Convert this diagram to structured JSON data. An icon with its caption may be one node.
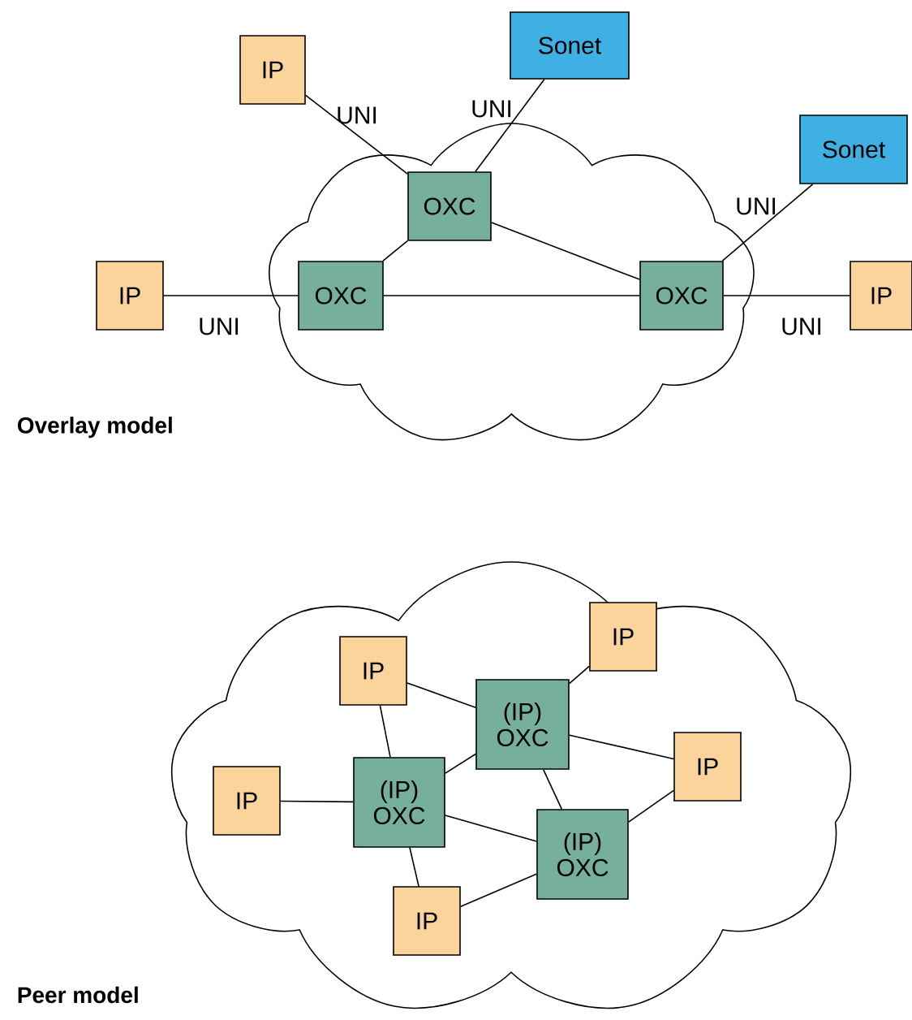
{
  "diagram": {
    "nodes": [
      {
        "text": [],
        "shape": "cloud"
      },
      {
        "text": [
          "IP"
        ]
      },
      {
        "text": [
          "Sonet"
        ]
      },
      {
        "text": [
          "Sonet"
        ]
      },
      {
        "text": [
          "IP"
        ]
      },
      {
        "text": [
          "OXC"
        ],
        "in": 0
      },
      {
        "text": [
          "OXC"
        ],
        "in": 0
      },
      {
        "text": [
          "OXC"
        ],
        "in": 0
      },
      {
        "text": [
          "IP"
        ]
      },
      {
        "text": [],
        "shape": "cloud"
      },
      {
        "text": [
          "IP"
        ],
        "in": 9
      },
      {
        "text": [
          "IP"
        ],
        "in": 9
      },
      {
        "text": [
          "(IP) OXC"
        ],
        "in": 9
      },
      {
        "text": [
          "IP"
        ],
        "in": 9
      },
      {
        "text": [
          "IP"
        ],
        "in": 9
      },
      {
        "text": [
          "(IP) OXC"
        ],
        "in": 9
      },
      {
        "text": [
          "(IP) OXC"
        ],
        "in": 9
      },
      {
        "text": [
          "IP"
        ],
        "in": 9
      }
    ],
    "edges": [
      {
        "from": 1,
        "to": 5,
        "arrow": "none",
        "label": "UNI"
      },
      {
        "from": 2,
        "to": 5,
        "arrow": "none",
        "label": "UNI"
      },
      {
        "from": 3,
        "to": 7,
        "arrow": "none",
        "label": "UNI"
      },
      {
        "from": 4,
        "to": 6,
        "arrow": "none",
        "label": "UNI"
      },
      {
        "from": 7,
        "to": 8,
        "arrow": "none",
        "label": "UNI"
      },
      {
        "from": 5,
        "to": 6,
        "arrow": "none"
      },
      {
        "from": 5,
        "to": 7,
        "arrow": "none"
      },
      {
        "from": 6,
        "to": 7,
        "arrow": "none"
      },
      {
        "from": 11,
        "to": 12,
        "arrow": "none"
      },
      {
        "from": 10,
        "to": 12,
        "arrow": "none"
      },
      {
        "from": 11,
        "to": 15,
        "arrow": "none"
      },
      {
        "from": 12,
        "to": 13,
        "arrow": "none"
      },
      {
        "from": 12,
        "to": 15,
        "arrow": "none"
      },
      {
        "from": 12,
        "to": 16,
        "arrow": "none"
      },
      {
        "from": 14,
        "to": 15,
        "arrow": "none"
      },
      {
        "from": 15,
        "to": 16,
        "arrow": "none"
      },
      {
        "from": 15,
        "to": 17,
        "arrow": "none"
      },
      {
        "from": 17,
        "to": 16,
        "arrow": "none"
      },
      {
        "from": 13,
        "to": 16,
        "arrow": "none"
      }
    ],
    "labels": [
      "Overlay model",
      "Peer model"
    ]
  }
}
